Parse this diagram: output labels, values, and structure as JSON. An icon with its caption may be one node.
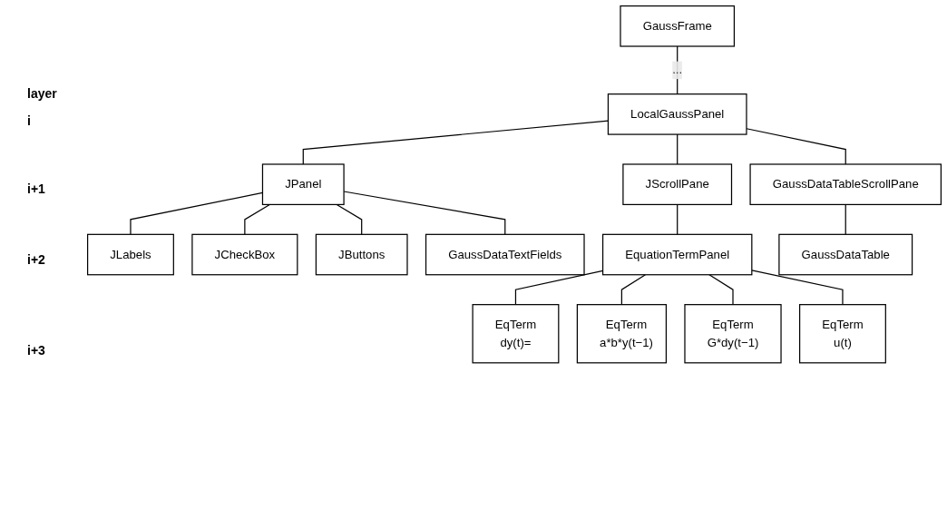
{
  "diagram": {
    "nodes": [
      {
        "text": [
          "GaussFrame"
        ]
      },
      {
        "text": [
          "LocalGaussPanel"
        ]
      },
      {
        "text": [
          "JPanel"
        ]
      },
      {
        "text": [
          "JScrollPane"
        ]
      },
      {
        "text": [
          "GaussDataTableScrollPane"
        ]
      },
      {
        "text": [
          "JLabels"
        ]
      },
      {
        "text": [
          "JCheckBox"
        ]
      },
      {
        "text": [
          "JButtons"
        ]
      },
      {
        "text": [
          "GaussDataTextFields"
        ]
      },
      {
        "text": [
          "EquationTermPanel"
        ]
      },
      {
        "text": [
          "GaussDataTable"
        ]
      },
      {
        "text": [
          "EqTerm",
          "dy(t)="
        ]
      },
      {
        "text": [
          "EqTerm",
          "a*b*y(t−1)"
        ]
      },
      {
        "text": [
          "EqTerm",
          "G*dy(t−1)"
        ]
      },
      {
        "text": [
          "EqTerm",
          "u(t)"
        ]
      }
    ],
    "edges": [
      {
        "from": 0,
        "to": 1,
        "arrow": "none",
        "label": "..."
      },
      {
        "from": 1,
        "to": 2,
        "arrow": "none"
      },
      {
        "from": 1,
        "to": 3,
        "arrow": "none"
      },
      {
        "from": 1,
        "to": 4,
        "arrow": "none"
      },
      {
        "from": 2,
        "to": 5,
        "arrow": "none"
      },
      {
        "from": 2,
        "to": 6,
        "arrow": "none"
      },
      {
        "from": 2,
        "to": 7,
        "arrow": "none"
      },
      {
        "from": 2,
        "to": 8,
        "arrow": "none"
      },
      {
        "from": 3,
        "to": 9,
        "arrow": "none"
      },
      {
        "from": 4,
        "to": 10,
        "arrow": "none"
      },
      {
        "from": 9,
        "to": 11,
        "arrow": "none"
      },
      {
        "from": 9,
        "to": 12,
        "arrow": "none"
      },
      {
        "from": 9,
        "to": 13,
        "arrow": "none"
      },
      {
        "from": 9,
        "to": 14,
        "arrow": "none"
      }
    ],
    "labels": [
      "layer",
      "i",
      "i+1",
      "i+2",
      "i+3"
    ]
  }
}
